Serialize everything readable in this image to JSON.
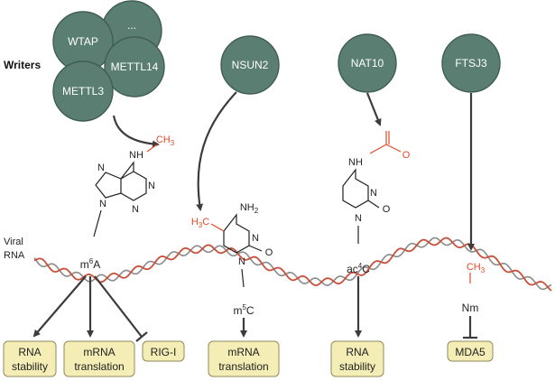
{
  "writers_label": "Writers",
  "viral_rna": {
    "line1": "Viral",
    "line2": "RNA"
  },
  "enzymes": {
    "wtap": "WTAP",
    "ellipsis": "...",
    "mettl14": "METTL14",
    "mettl3": "METTL3",
    "nsun2": "NSUN2",
    "nat10": "NAT10",
    "ftsj3": "FTSJ3"
  },
  "modifications": {
    "m6a": {
      "base": "m",
      "sup": "6",
      "tail": "A"
    },
    "m5c": {
      "base": "m",
      "sup": "5",
      "tail": "C"
    },
    "ac4c": {
      "base": "ac",
      "sup": "4",
      "tail": "C"
    },
    "nm": "Nm"
  },
  "chem": {
    "ch3": "CH",
    "ch3_sub": "3",
    "nh": "NH",
    "nh2": "NH",
    "nh2_sub": "2",
    "h3c": "H",
    "h3c_sub": "3",
    "h3c_c": "C",
    "n": "N",
    "o": "O"
  },
  "outcomes": {
    "rna_stability_1": {
      "line1": "RNA",
      "line2": "stability"
    },
    "mrna_translation_1": {
      "line1": "mRNA",
      "line2": "translation"
    },
    "rig_i": "RIG-I",
    "mrna_translation_2": {
      "line1": "mRNA",
      "line2": "translation"
    },
    "rna_stability_2": {
      "line1": "RNA",
      "line2": "stability"
    },
    "mda5": "MDA5"
  },
  "colors": {
    "enzyme": "#5a7f72",
    "outcome_box": "#f4edb5",
    "methyl": "#e2492b",
    "rna_strand_1": "#c8503a",
    "rna_strand_2": "#8a8a8a"
  }
}
